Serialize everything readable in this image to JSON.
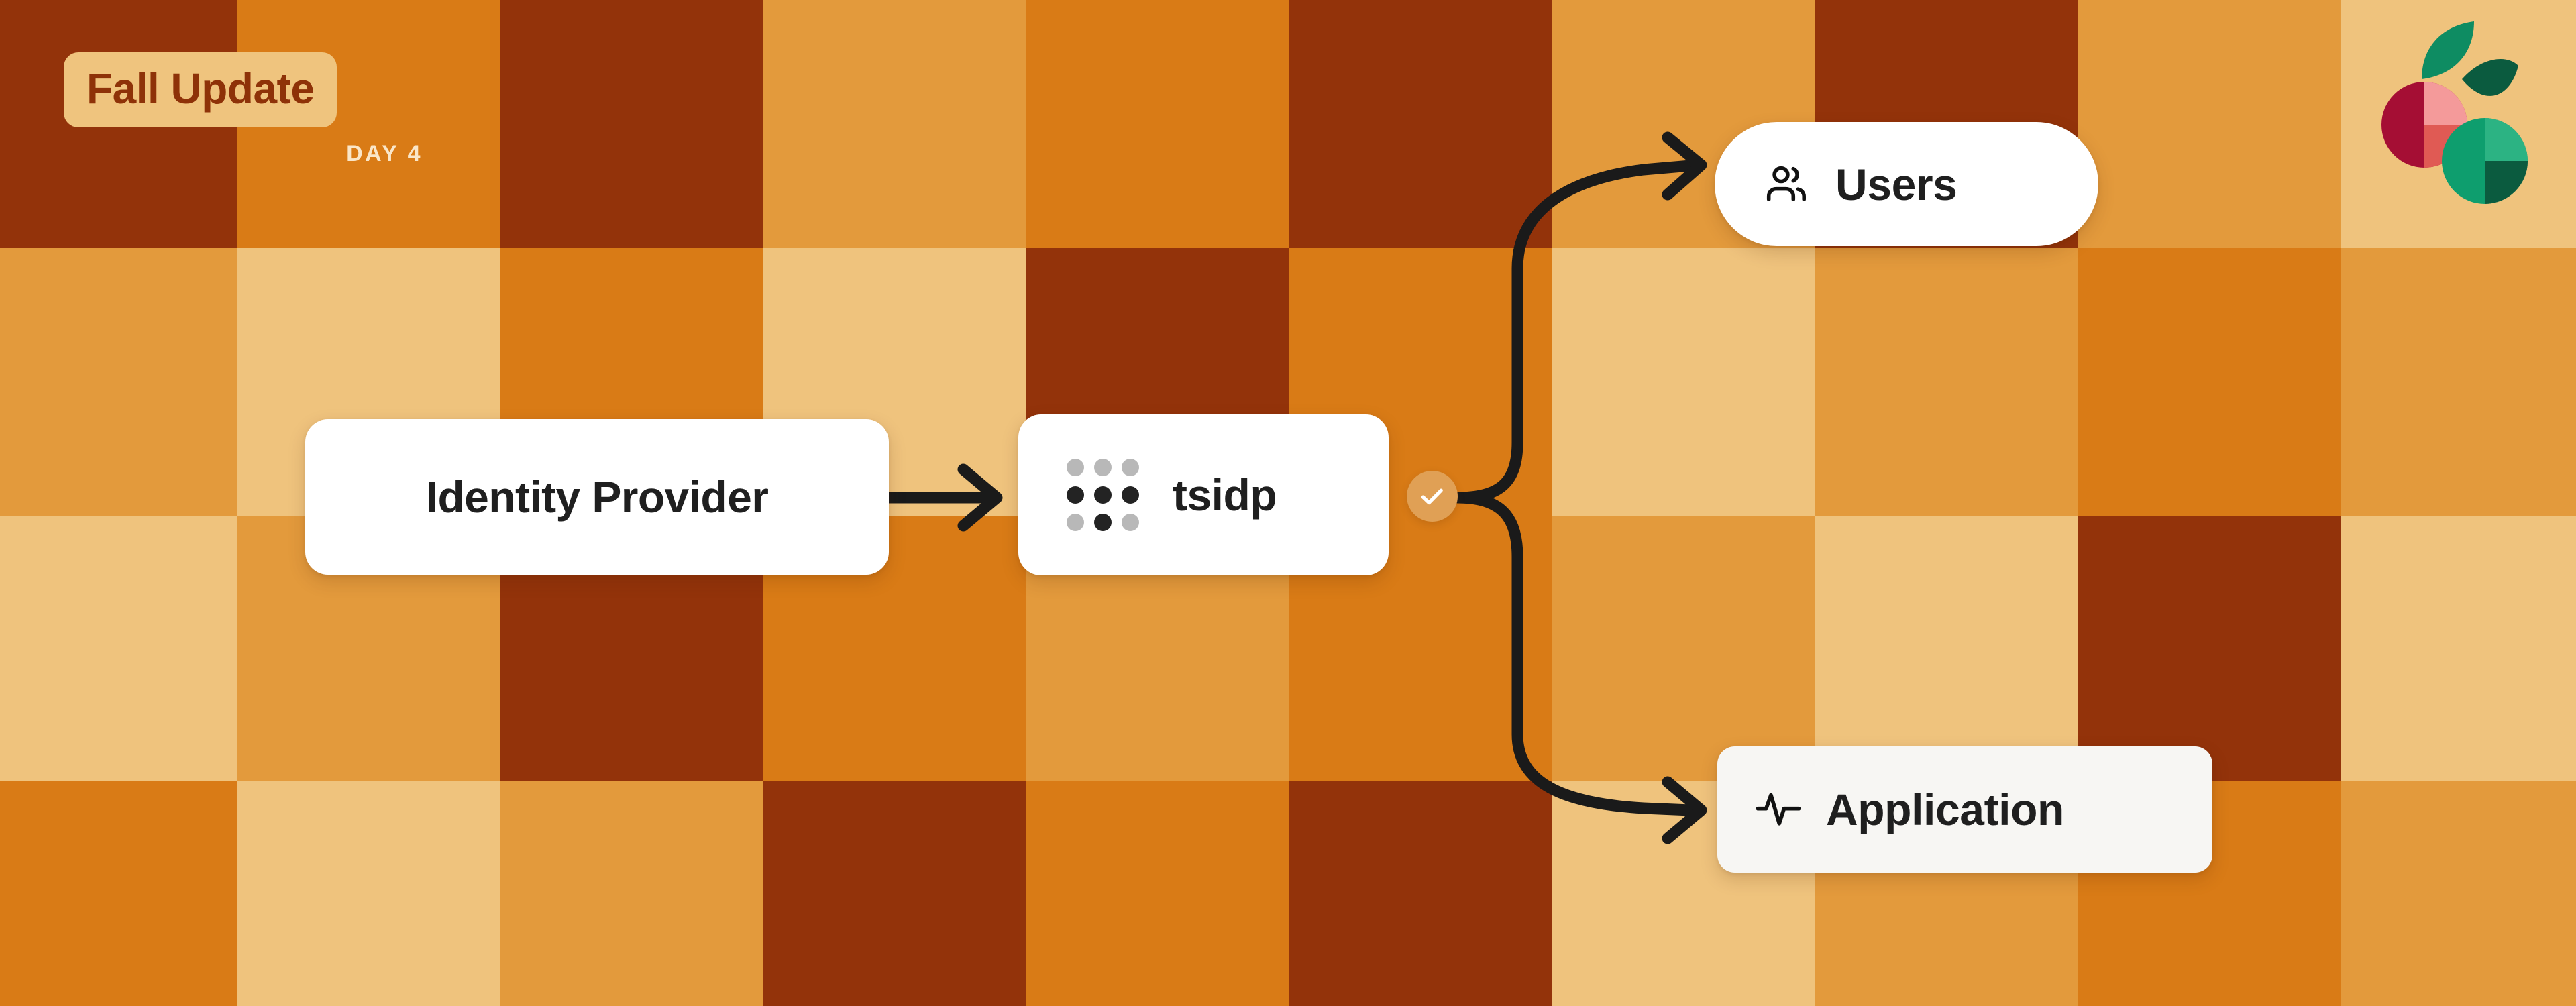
{
  "banner": {
    "badge_label": "Fall Update",
    "day_label": "DAY 4",
    "badge_bg": "#EFC47E",
    "badge_text_color": "#8E3208",
    "day_text_color": "#FAE6C8"
  },
  "logo": {
    "name": "cherries-logo",
    "cherry_red_dark": "#A50E34",
    "cherry_red_light": "#E05A54",
    "cherry_pink": "#F49A9A",
    "cherry_green": "#0E9E6E",
    "cherry_green_light": "#2CB383",
    "cherry_green_dark": "#0B5B3F",
    "leaf_green": "#0E8C62"
  },
  "background": {
    "palette": {
      "dark_brown": "#93330A",
      "bright_orange": "#D97B16",
      "medium_orange": "#E39A3C",
      "light_tan": "#EFC37D"
    },
    "columns": 10,
    "rows": 4,
    "grid": [
      [
        "dark_brown",
        "bright_orange",
        "dark_brown",
        "medium_orange",
        "bright_orange",
        "dark_brown",
        "medium_orange",
        "dark_brown",
        "medium_orange",
        "light_tan"
      ],
      [
        "medium_orange",
        "light_tan",
        "bright_orange",
        "light_tan",
        "dark_brown",
        "bright_orange",
        "light_tan",
        "medium_orange",
        "bright_orange",
        "medium_orange"
      ],
      [
        "light_tan",
        "medium_orange",
        "dark_brown",
        "bright_orange",
        "medium_orange",
        "bright_orange",
        "medium_orange",
        "light_tan",
        "dark_brown",
        "light_tan"
      ],
      [
        "bright_orange",
        "light_tan",
        "medium_orange",
        "dark_brown",
        "bright_orange",
        "dark_brown",
        "light_tan",
        "medium_orange",
        "bright_orange",
        "medium_orange"
      ]
    ]
  },
  "diagram": {
    "nodes": {
      "identity_provider": {
        "label": "Identity Provider"
      },
      "tsidp": {
        "label": "tsidp",
        "icon": "tailscale-dot-grid-icon"
      },
      "users": {
        "label": "Users",
        "icon": "users-icon"
      },
      "application": {
        "label": "Application",
        "icon": "activity-pulse-icon"
      }
    },
    "status_badge": {
      "icon": "check-icon",
      "color": "#E0A055",
      "check_color": "#FFFFFF"
    },
    "connectors": [
      {
        "name": "idp-to-tsidp",
        "style": "straight-arrow"
      },
      {
        "name": "tsidp-to-users",
        "style": "curved-arrow-up"
      },
      {
        "name": "tsidp-to-application",
        "style": "curved-arrow-down"
      }
    ],
    "arrow_color": "#1A1A1A"
  }
}
